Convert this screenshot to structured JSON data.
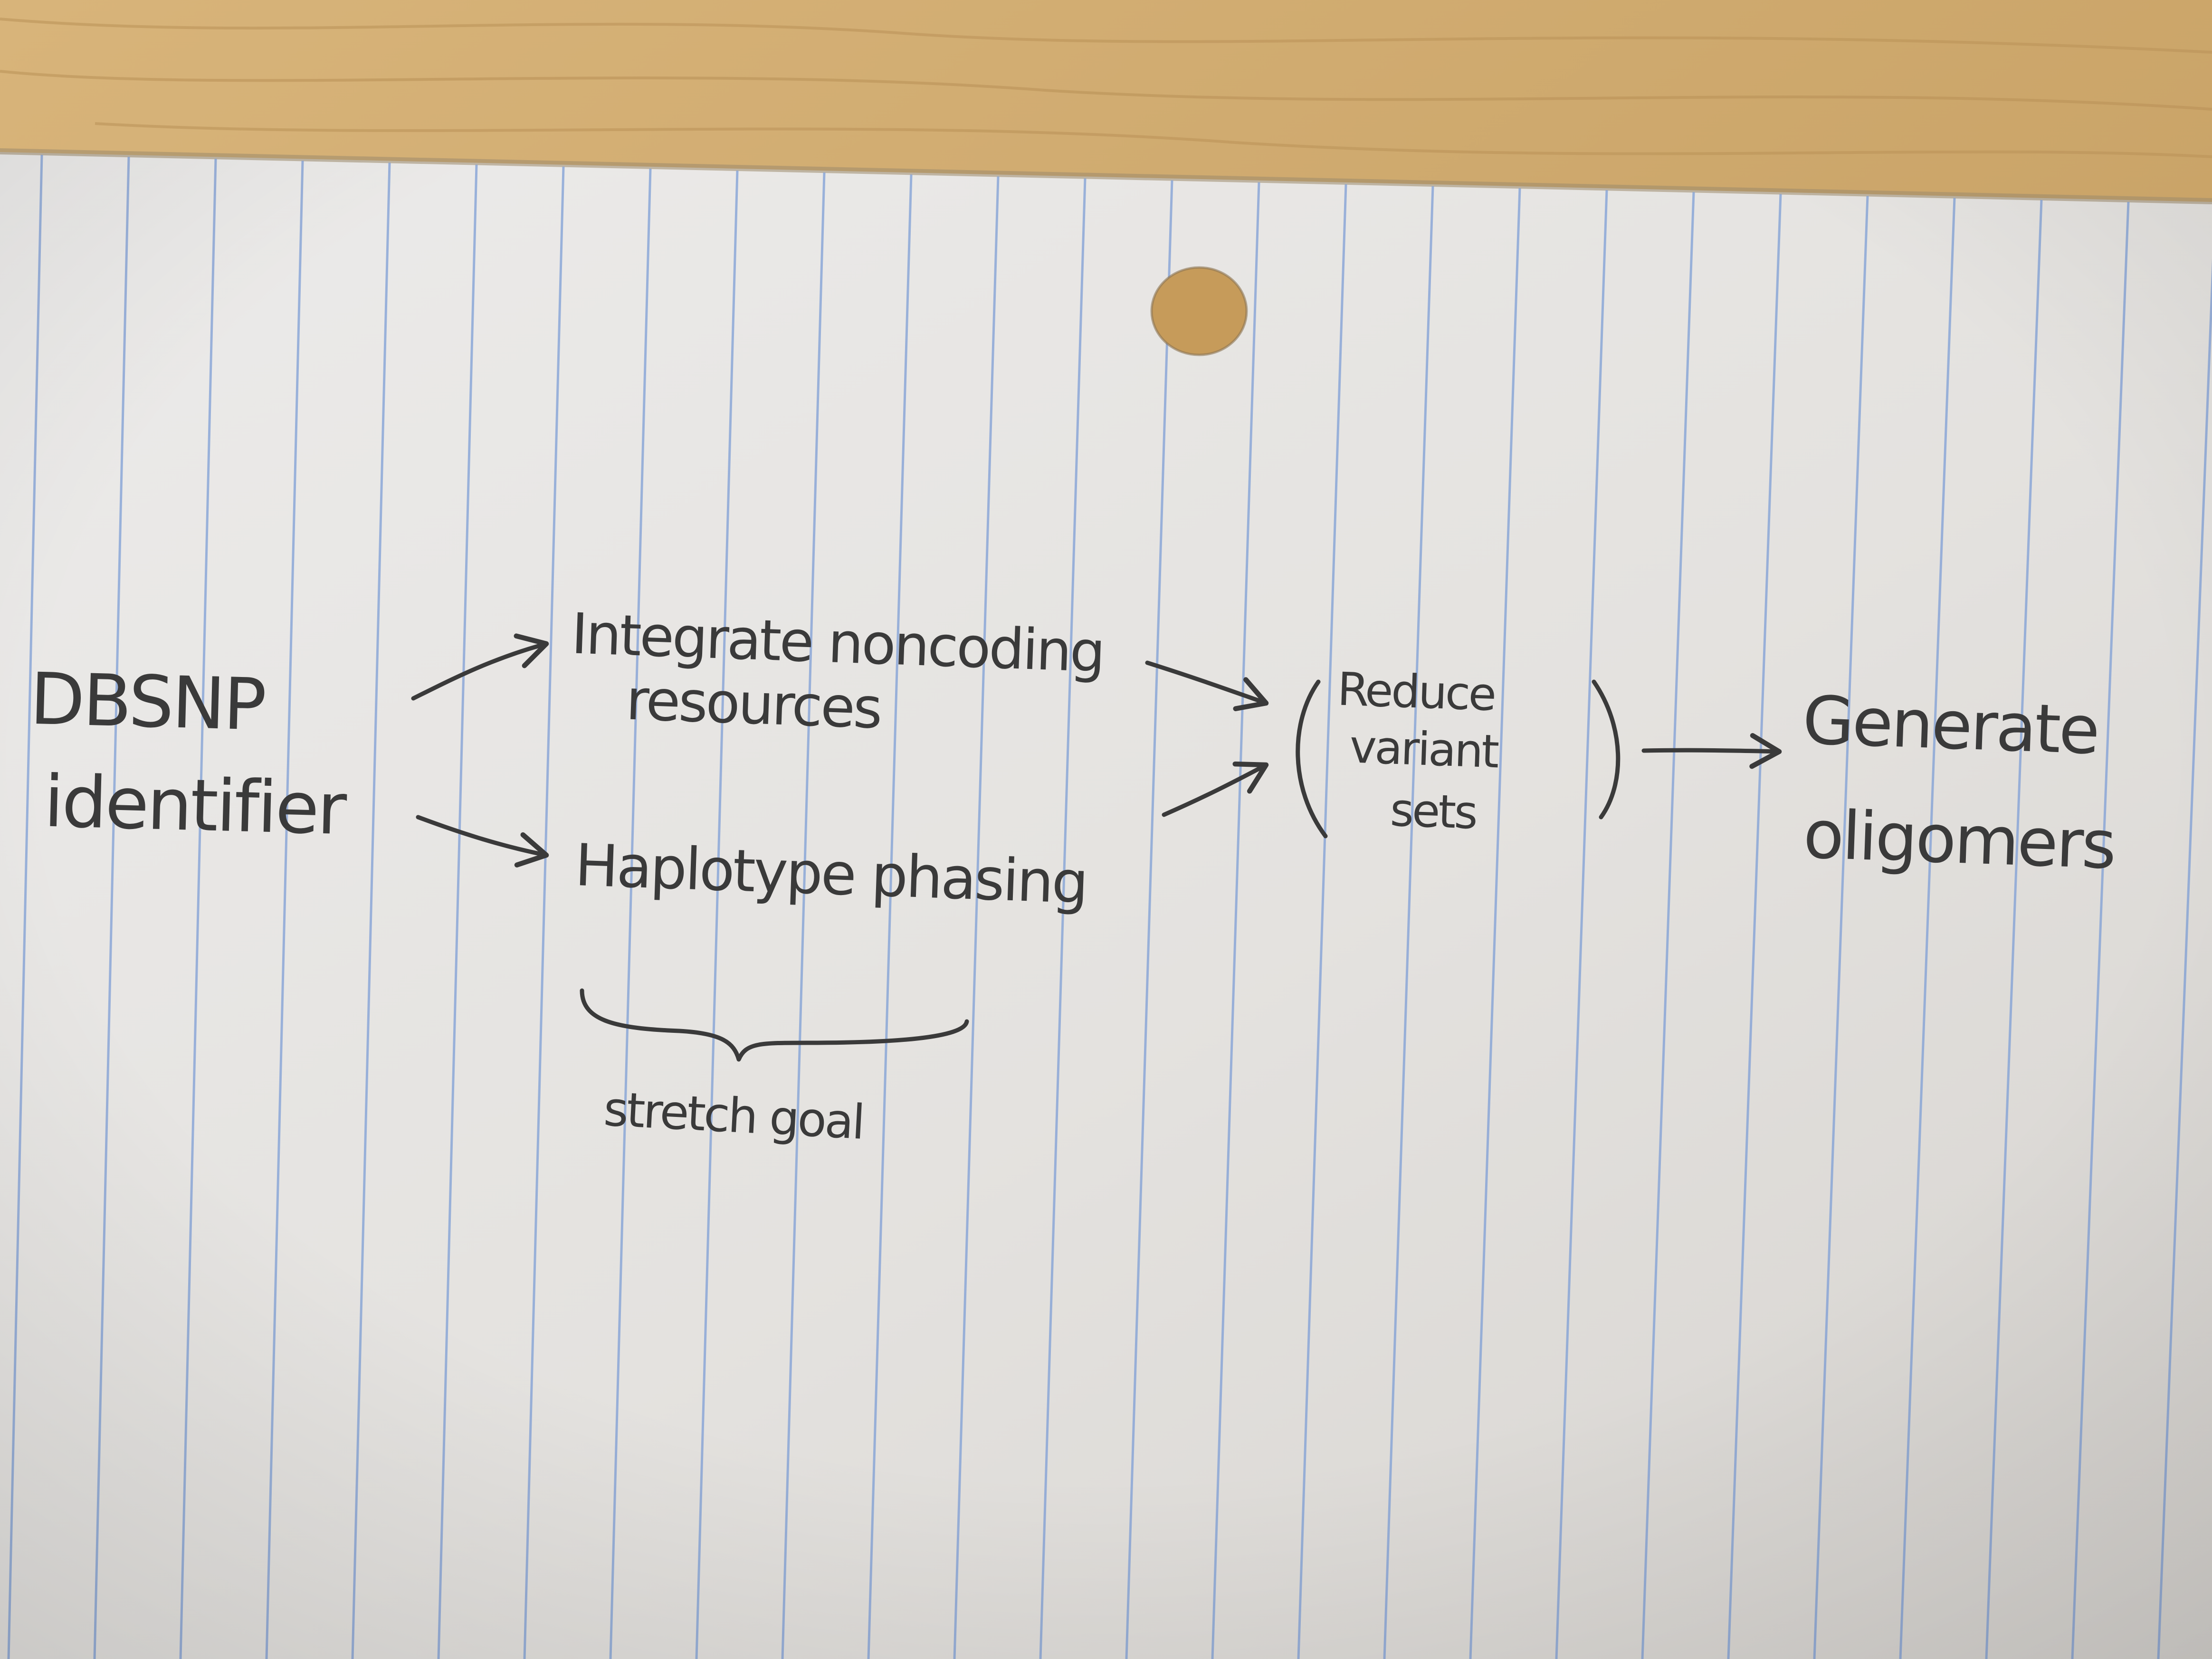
{
  "diagram": {
    "nodes": {
      "source": {
        "line1": "DBSNP",
        "line2": "identifier"
      },
      "integrate": {
        "line1": "Integrate noncoding",
        "line2": "resources"
      },
      "phasing": {
        "label": "Haplotype phasing"
      },
      "reduce": {
        "line1": "Reduce",
        "line2": "variant",
        "line3": "sets"
      },
      "generate": {
        "line1": "Generate",
        "line2": "oligomers"
      }
    },
    "annotation": {
      "label": "stretch goal"
    },
    "edges": [
      {
        "from": "source",
        "to": "integrate"
      },
      {
        "from": "source",
        "to": "phasing"
      },
      {
        "from": "integrate",
        "to": "reduce"
      },
      {
        "from": "phasing",
        "to": "reduce"
      },
      {
        "from": "reduce",
        "to": "generate"
      }
    ]
  },
  "colors": {
    "ink": "#3a3a3a",
    "paper": "#e7e5e2",
    "rule_line": "#7f9fd6",
    "desk": "#c9a66b"
  }
}
